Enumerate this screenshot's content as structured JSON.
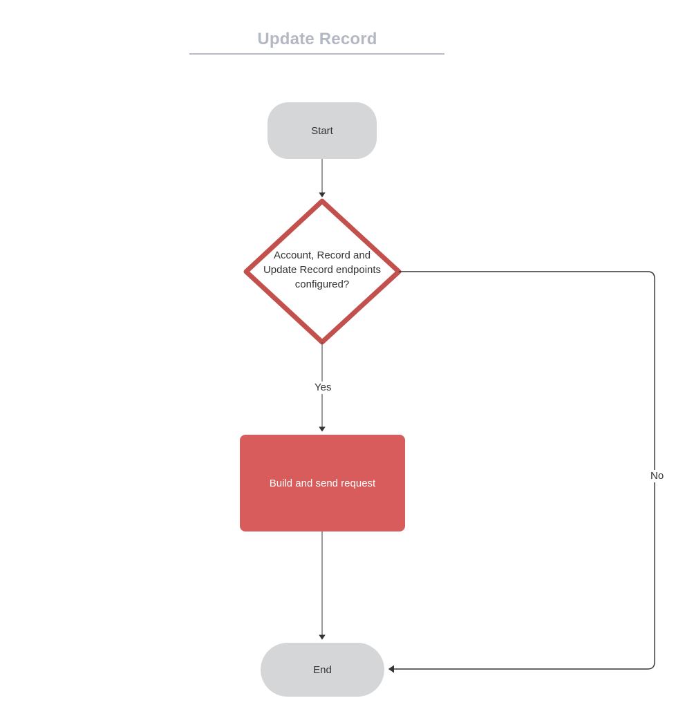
{
  "header": {
    "title": "Update Record"
  },
  "colors": {
    "title_text": "#b4b8c2",
    "title_rule": "#b7bcc6",
    "terminator_fill": "#d5d6d8",
    "process_fill": "#d85c5c",
    "process_text": "#ffffff",
    "decision_stroke": "#c2504d",
    "connector": "#404040",
    "node_text": "#333333",
    "background": "#ffffff"
  },
  "chart_data": {
    "type": "diagram",
    "title": "Update Record",
    "nodes": [
      {
        "id": "start",
        "label": "Start",
        "shape": "terminator",
        "fill": "#d5d6d8",
        "text_color": "#333333"
      },
      {
        "id": "decision",
        "label": "Account, Record and\nUpdate Record endpoints\nconfigured?",
        "shape": "diamond",
        "fill": "#ffffff",
        "stroke": "#c2504d",
        "text_color": "#333333"
      },
      {
        "id": "process",
        "label": "Build and send request",
        "shape": "rectangle",
        "fill": "#d85c5c",
        "text_color": "#ffffff"
      },
      {
        "id": "end",
        "label": "End",
        "shape": "terminator",
        "fill": "#d5d6d8",
        "text_color": "#333333"
      }
    ],
    "edges": [
      {
        "from": "start",
        "to": "decision",
        "label": "",
        "direction": "down"
      },
      {
        "from": "decision",
        "to": "process",
        "label": "Yes",
        "direction": "down"
      },
      {
        "from": "process",
        "to": "end",
        "label": "",
        "direction": "down"
      },
      {
        "from": "decision",
        "to": "end",
        "label": "No",
        "direction": "right-down-left"
      }
    ]
  },
  "nodes": {
    "start": {
      "label": "Start"
    },
    "decision": {
      "label": "Account, Record and\nUpdate Record endpoints\nconfigured?"
    },
    "process": {
      "label": "Build and send request"
    },
    "end": {
      "label": "End"
    }
  },
  "edges": {
    "yes": {
      "label": "Yes"
    },
    "no": {
      "label": "No"
    }
  }
}
